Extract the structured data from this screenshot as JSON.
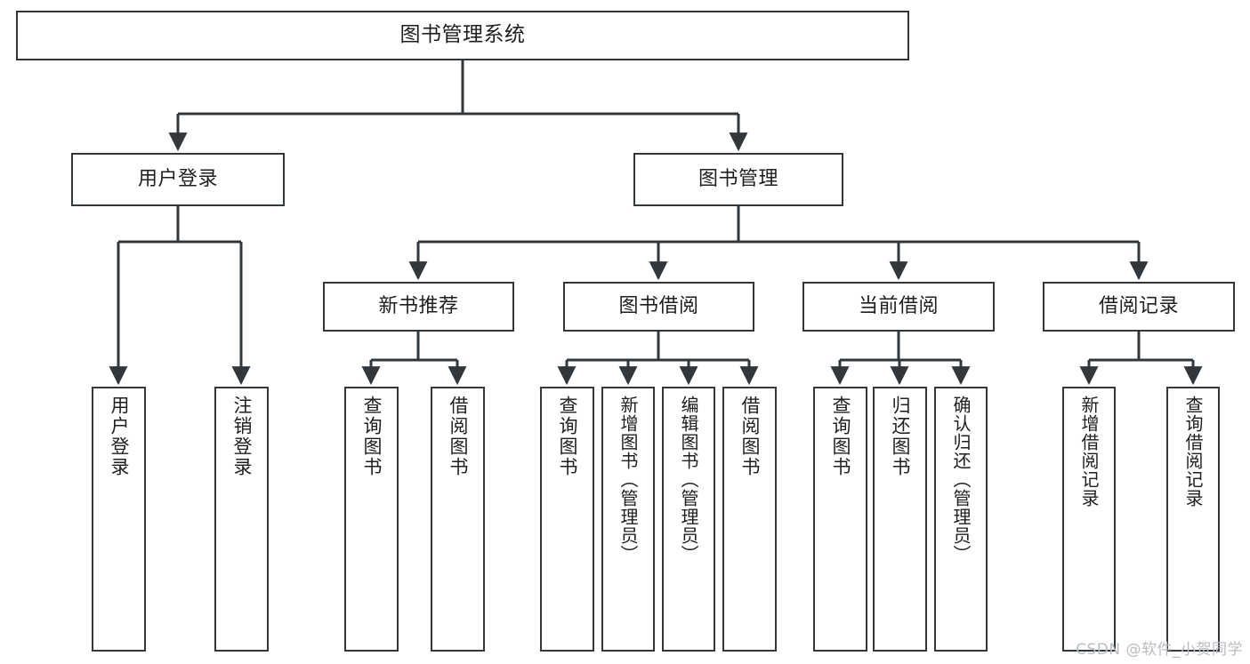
{
  "diagram": {
    "title": "图书管理系统",
    "type": "tree-hierarchy-diagram",
    "root": {
      "id": "root",
      "label": "图书管理系统"
    },
    "level2": [
      {
        "id": "user-login",
        "label": "用户登录"
      },
      {
        "id": "book-management",
        "label": "图书管理"
      }
    ],
    "level3": [
      {
        "id": "new-book-recommend",
        "label": "新书推荐"
      },
      {
        "id": "book-borrow",
        "label": "图书借阅"
      },
      {
        "id": "current-borrow",
        "label": "当前借阅"
      },
      {
        "id": "borrow-record",
        "label": "借阅记录"
      }
    ],
    "leaves": {
      "user_login": [
        {
          "id": "leaf-user-login",
          "label": "用户登录"
        },
        {
          "id": "leaf-logout-login",
          "label": "注销登录"
        }
      ],
      "new_book_recommend": [
        {
          "id": "leaf-query-book-1",
          "label": "查询图书"
        },
        {
          "id": "leaf-borrow-book-1",
          "label": "借阅图书"
        }
      ],
      "book_borrow": [
        {
          "id": "leaf-query-book-2",
          "label": "查询图书"
        },
        {
          "id": "leaf-add-book",
          "label": "新增图书（管理员）"
        },
        {
          "id": "leaf-edit-book",
          "label": "编辑图书（管理员）"
        },
        {
          "id": "leaf-borrow-book-2",
          "label": "借阅图书"
        }
      ],
      "current_borrow": [
        {
          "id": "leaf-query-book-3",
          "label": "查询图书"
        },
        {
          "id": "leaf-return-book",
          "label": "归还图书"
        },
        {
          "id": "leaf-confirm-return",
          "label": "确认归还（管理员）"
        }
      ],
      "borrow_record": [
        {
          "id": "leaf-add-record",
          "label": "新增借阅记录"
        },
        {
          "id": "leaf-query-record",
          "label": "查询借阅记录"
        }
      ]
    }
  },
  "watermark": {
    "text": "CSDN @软件_小贺同学"
  },
  "colors": {
    "stroke": "#32373b",
    "background": "#ffffff",
    "text": "#1d1f20",
    "watermark": "#b9bcc0"
  }
}
